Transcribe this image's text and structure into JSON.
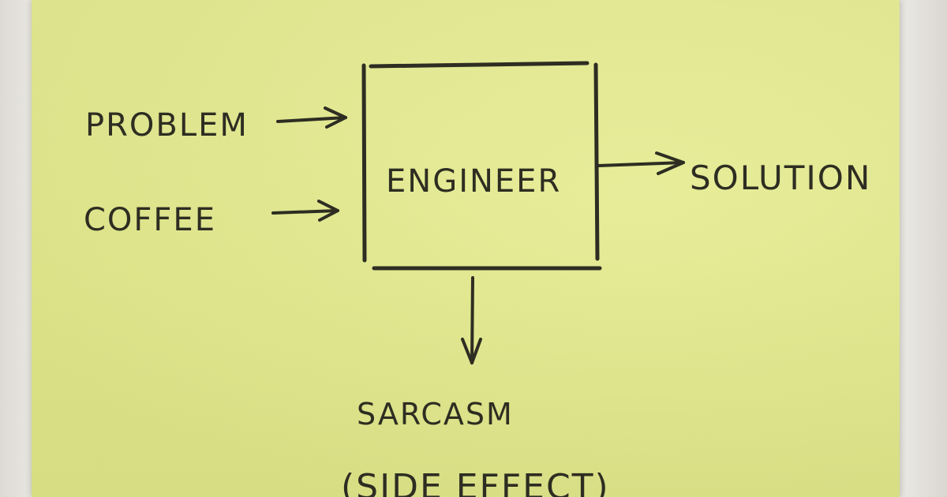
{
  "diagram": {
    "inputs": [
      {
        "label": "PROBLEM"
      },
      {
        "label": "COFFEE"
      }
    ],
    "process": {
      "label": "ENGINEER"
    },
    "output": {
      "label": "SOLUTION"
    },
    "side_effect": {
      "label": "SARCASM",
      "note": "(SIDE EFFECT)"
    }
  },
  "colors": {
    "note": "#e3ea8c",
    "ink": "#2e2d22",
    "wall": "#e6e4de"
  }
}
